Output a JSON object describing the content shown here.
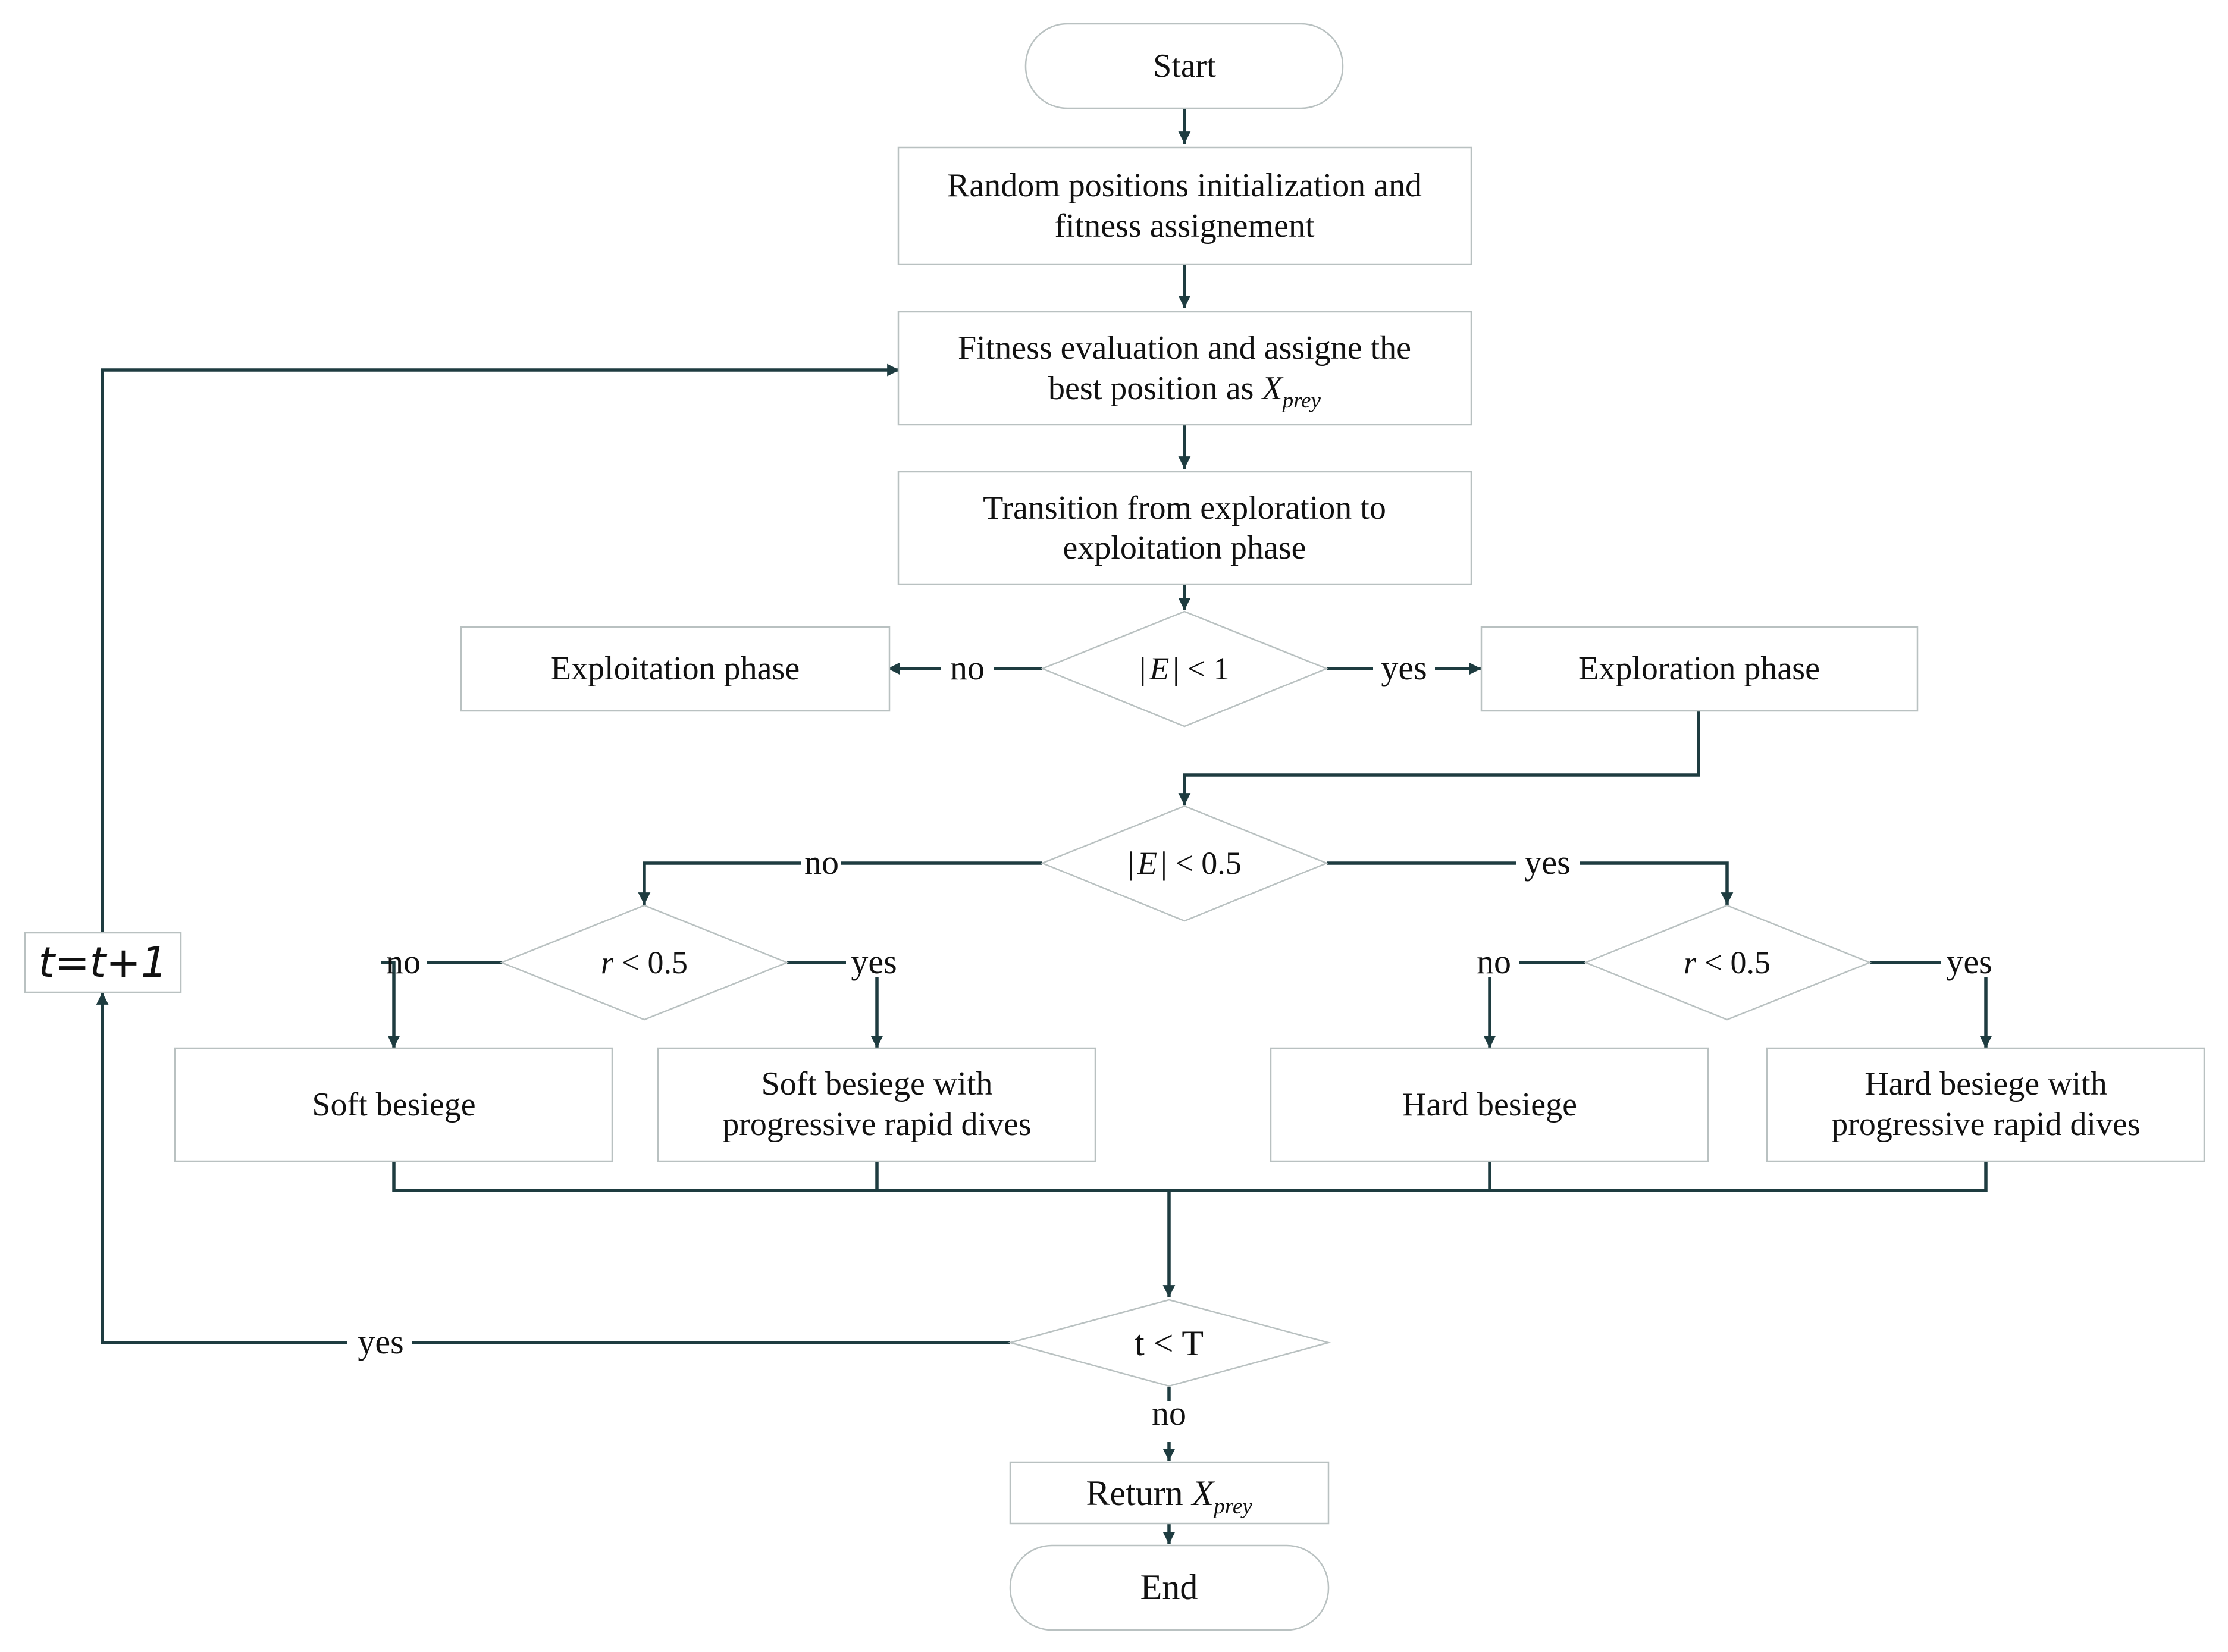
{
  "colors": {
    "connector": "#1e3c40",
    "box_border": "#b9c1c1",
    "background": "#ffffff"
  },
  "nodes": {
    "start": "Start",
    "init": {
      "line1": "Random positions  initialization and",
      "line2": "fitness assignement"
    },
    "eval": {
      "line1": "Fitness evaluation and assigne the",
      "line2_prefix": "best position as ",
      "var": "X",
      "sub": "prey"
    },
    "transition": {
      "line1": "Transition from exploration to",
      "line2": "exploitation phase"
    },
    "decision_e1": {
      "pre": "|",
      "var": "E",
      "post": "| < 1"
    },
    "exploitation": "Exploitation phase",
    "exploration": "Exploration phase",
    "decision_e05": {
      "pre": "|",
      "var": "E",
      "post": "| < 0.5"
    },
    "decision_r_left": {
      "var": "r",
      "post": " < 0.5"
    },
    "decision_r_right": {
      "var": "r",
      "post": " < 0.5"
    },
    "soft_besiege": "Soft besiege",
    "soft_besiege_dives": {
      "line1": "Soft besiege with",
      "line2": "progressive rapid dives"
    },
    "hard_besiege": "Hard besiege",
    "hard_besiege_dives": {
      "line1": "Hard besiege with",
      "line2": "progressive rapid dives"
    },
    "decision_t": "t < T",
    "counter": {
      "t1": "t",
      "eq": "=",
      "t2": "t",
      "plus": "+1"
    },
    "return": {
      "prefix": "Return ",
      "var": "X",
      "sub": "prey"
    },
    "end": "End"
  },
  "edge_labels": {
    "e1_no": "no",
    "e1_yes": "yes",
    "e05_no": "no",
    "e05_yes": "yes",
    "r_left_no": "no",
    "r_left_yes": "yes",
    "r_right_no": "no",
    "r_right_yes": "yes",
    "t_yes": "yes",
    "t_no": "no"
  }
}
